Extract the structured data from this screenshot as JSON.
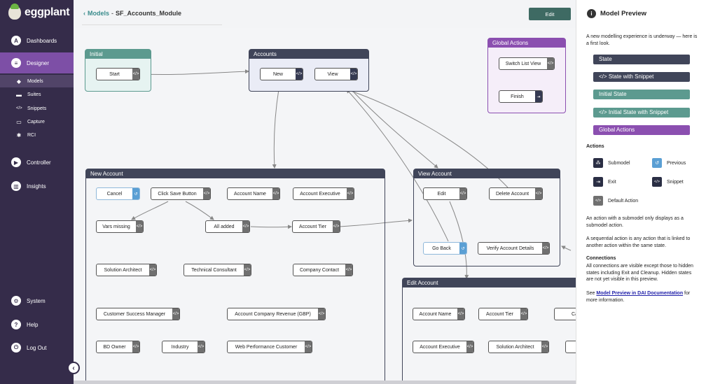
{
  "sidebar": {
    "logo": "eggplant",
    "nav": [
      {
        "label": "Dashboards",
        "icon": "dashboard-icon",
        "glyph": "A"
      },
      {
        "label": "Designer",
        "icon": "designer-icon",
        "glyph": "≡"
      },
      {
        "label": "Controller",
        "icon": "controller-icon",
        "glyph": "▶"
      },
      {
        "label": "Insights",
        "icon": "insights-icon",
        "glyph": "▥"
      },
      {
        "label": "System",
        "icon": "gear-icon",
        "glyph": "⚙"
      },
      {
        "label": "Help",
        "icon": "help-icon",
        "glyph": "?"
      },
      {
        "label": "Log Out",
        "icon": "logout-icon",
        "glyph": "⏻"
      }
    ],
    "sub": [
      {
        "label": "Models",
        "icon": "models-icon",
        "glyph": "◆"
      },
      {
        "label": "Suites",
        "icon": "folder-icon",
        "glyph": "▬"
      },
      {
        "label": "Snippets",
        "icon": "code-icon",
        "glyph": "</>"
      },
      {
        "label": "Capture",
        "icon": "monitor-icon",
        "glyph": "▭"
      },
      {
        "label": "RCI",
        "icon": "rci-icon",
        "glyph": "✱"
      }
    ],
    "collapse_glyph": "‹"
  },
  "header": {
    "back_glyph": "‹",
    "link": "Models",
    "separator": "-",
    "current": "SF_Accounts_Module",
    "edit_label": "Edit"
  },
  "canvas": {
    "boxes": [
      {
        "name": "Initial",
        "color": "#5c9a8f",
        "bg": "#e6f3f1"
      },
      {
        "name": "Accounts",
        "color": "#404559",
        "bg": "#eaecf6"
      },
      {
        "name": "Global Actions",
        "color": "#8b4fb0",
        "bg": "#f5eef9"
      },
      {
        "name": "New Account",
        "color": "#404559",
        "bg": "#f7f8fb"
      },
      {
        "name": "View Account",
        "color": "#404559",
        "bg": "#f7f8fb"
      },
      {
        "name": "Edit Account",
        "color": "#404559",
        "bg": "#f7f8fb"
      }
    ],
    "nodes": {
      "start": "Start",
      "new": "New",
      "view": "View",
      "switch_list_view": "Switch List View",
      "finish": "Finish",
      "cancel": "Cancel",
      "click_save": "Click Save Button",
      "account_name": "Account Name",
      "account_exec": "Account Executive",
      "vars_missing": "Vars missing",
      "all_added": "All added",
      "account_tier": "Account Tier",
      "solution_architect": "Solution Architect",
      "technical_consultant": "Technical Consultant",
      "company_contact": "Company Contact",
      "customer_success": "Customer Success Manager",
      "acct_revenue": "Account Company Revenue (GBP)",
      "bd_owner": "BD Owner",
      "industry": "Industry",
      "web_perf": "Web Performance Customer",
      "va_edit": "Edit",
      "delete_account": "Delete Account",
      "go_back": "Go Back",
      "verify_details": "Verify Account Details",
      "ea_account_name": "Account Name",
      "ea_account_tier": "Account Tier",
      "ea_account_exec": "Account Executive",
      "ea_solution_arch": "Solution Architect",
      "ea_cut1": "Ca",
      "ea_cut2": ""
    },
    "tag_glyphs": {
      "snippet": "</>",
      "exit": "⇥",
      "previous": "↺"
    }
  },
  "panel": {
    "title": "Model Preview",
    "info_glyph": "i",
    "intro": "A new modelling experience is underway — here is a first look.",
    "legend": [
      {
        "label": "State",
        "color": "#404559"
      },
      {
        "label": "State with Snippet",
        "color": "#404559",
        "glyph": "</>"
      },
      {
        "label": "Initial State",
        "color": "#5c9a8f"
      },
      {
        "label": "Initial State with Snippet",
        "color": "#5c9a8f",
        "glyph": "</>"
      },
      {
        "label": "Global Actions",
        "color": "#8b4fb0"
      }
    ],
    "actions_heading": "Actions",
    "actions": [
      {
        "label": "Submodel",
        "color": "#2a2e44",
        "icon": "submodel-icon",
        "glyph": "⁂"
      },
      {
        "label": "Previous",
        "color": "#5a9fd4",
        "icon": "previous-icon",
        "glyph": "↺"
      },
      {
        "label": "Exit",
        "color": "#2a2e44",
        "icon": "exit-icon",
        "glyph": "⇥"
      },
      {
        "label": "Snippet",
        "color": "#2a2e44",
        "icon": "snippet-icon",
        "glyph": "</>"
      },
      {
        "label": "Default Action",
        "color": "#707070",
        "icon": "default-action-icon",
        "glyph": "</>"
      }
    ],
    "note1": "An action with a submodel only displays as a submodel action.",
    "note2": "A sequential action is any action that is linked to another action within the same state.",
    "connections_heading": "Connections",
    "connections_text": "All connections are visible except those to hidden states including Exit and Cleanup. Hidden states are not yet visible in this preview.",
    "see_prefix": "See ",
    "see_link": "Model Preview in DAI Documentation",
    "see_suffix": " for more information."
  }
}
